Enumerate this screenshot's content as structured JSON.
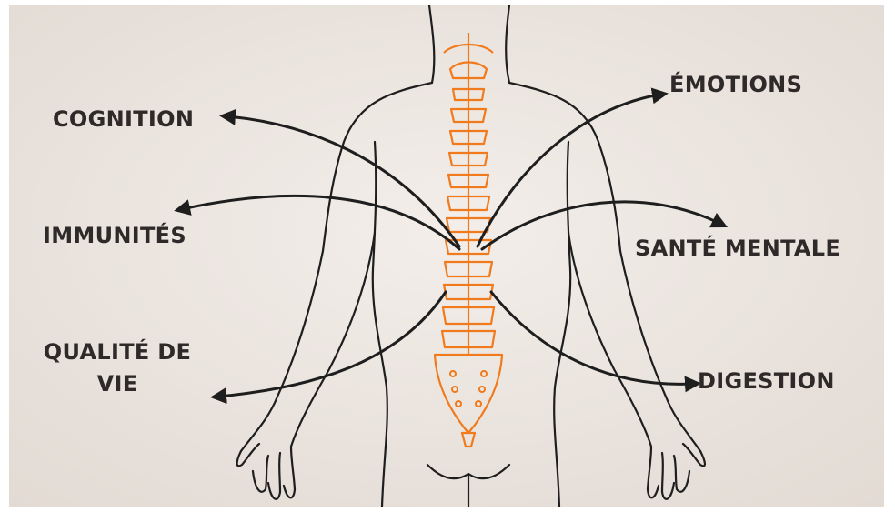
{
  "diagram": {
    "labels": {
      "cognition": "COGNITION",
      "immunites": "IMMUNITÉS",
      "qualite_line1": "QUALITÉ DE",
      "qualite_line2": "VIE",
      "emotions": "ÉMOTIONS",
      "sante_mentale": "SANTÉ MENTALE",
      "digestion": "DIGESTION"
    },
    "colors": {
      "background": "#ece6e1",
      "spine": "#f07a1c",
      "outline": "#1e1e1e",
      "text": "#2f2a2a"
    }
  }
}
